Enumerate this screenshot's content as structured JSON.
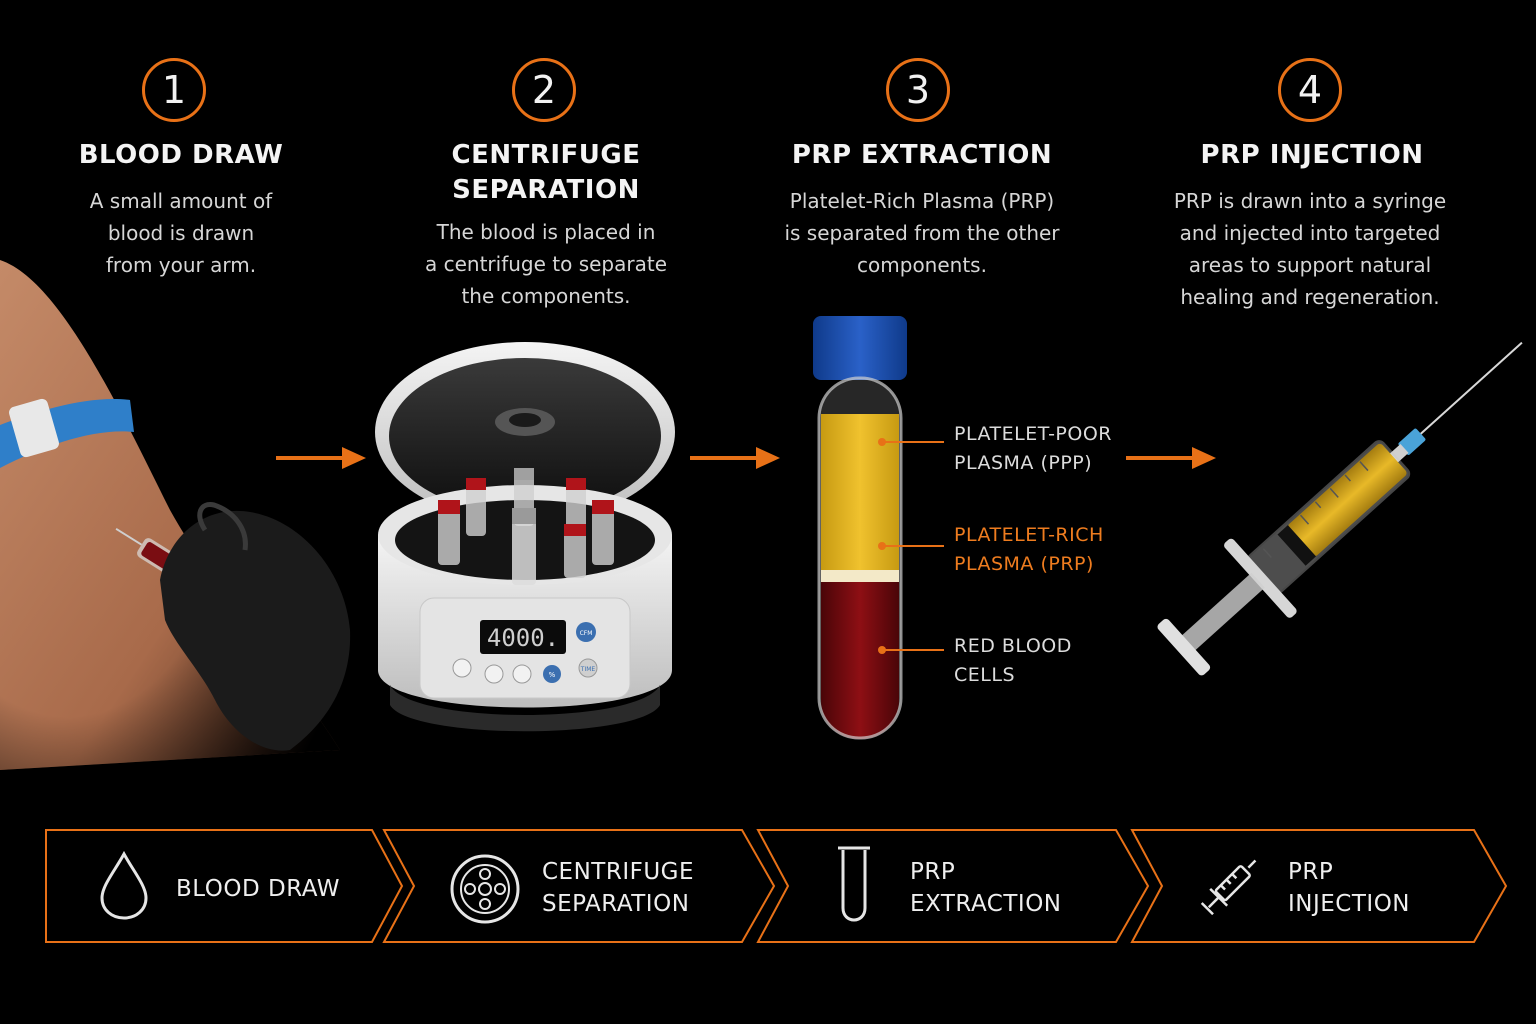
{
  "accent_color": "#e87117",
  "steps": [
    {
      "number": "1",
      "title": "BLOOD DRAW",
      "description": "A small amount of\nblood is drawn\nfrom your arm."
    },
    {
      "number": "2",
      "title": "CENTRIFUGE\nSEPARATION",
      "description": "The blood is placed in\na centrifuge to separate\nthe components."
    },
    {
      "number": "3",
      "title": "PRP EXTRACTION",
      "description": "Platelet-Rich Plasma (PRP)\nis separated from the other\ncomponents."
    },
    {
      "number": "4",
      "title": "PRP INJECTION",
      "description": "PRP is drawn into a syringe\nand injected into targeted\nareas to support natural\nhealing and regeneration."
    }
  ],
  "centrifuge": {
    "display": "4000.",
    "btn_top": "CFM",
    "btn_bottom": "TIME",
    "btn_small": "%"
  },
  "tube_labels": {
    "ppp": "PLATELET-POOR\nPLASMA (PPP)",
    "prp": "PLATELET-RICH\nPLASMA (PRP)",
    "rbc": "RED BLOOD\nCELLS"
  },
  "process_bar": [
    {
      "icon": "blood-drop-icon",
      "label": "BLOOD DRAW"
    },
    {
      "icon": "centrifuge-icon",
      "label": "CENTRIFUGE\nSEPARATION"
    },
    {
      "icon": "test-tube-icon",
      "label": "PRP\nEXTRACTION"
    },
    {
      "icon": "syringe-icon",
      "label": "PRP\nINJECTION"
    }
  ]
}
